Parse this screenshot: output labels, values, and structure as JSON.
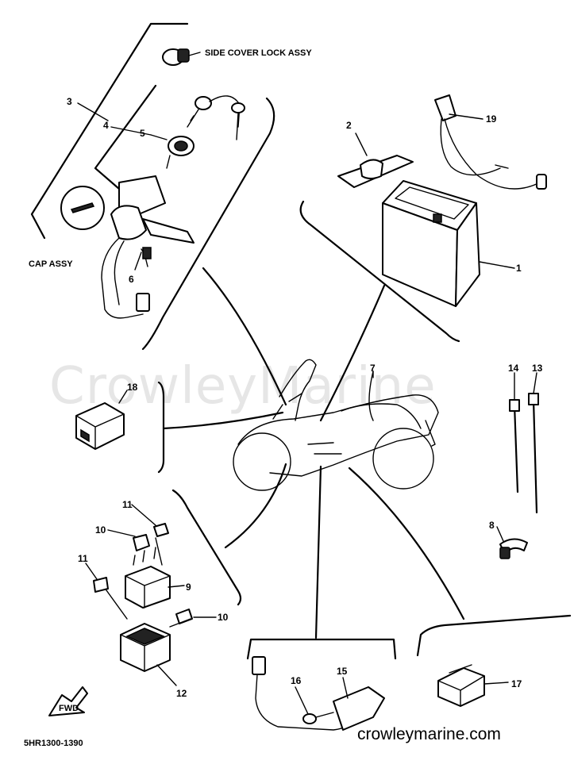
{
  "labels": {
    "side_cover_lock": "SIDE COVER LOCK ASSY",
    "cap_assy": "CAP ASSY",
    "code": "5HR1300-1390",
    "fwd": "FWD"
  },
  "watermark": "CrowleyMarine",
  "site": "crowleymarine.com",
  "callouts": {
    "p1": "1",
    "p2": "2",
    "p3": "3",
    "p4": "4",
    "p5": "5",
    "p6": "6",
    "p7": "7",
    "p8": "8",
    "p9": "9",
    "p10a": "10",
    "p10b": "10",
    "p11a": "11",
    "p11b": "11",
    "p12": "12",
    "p13": "13",
    "p14": "14",
    "p15": "15",
    "p16": "16",
    "p17": "17",
    "p18": "18",
    "p19": "19"
  }
}
